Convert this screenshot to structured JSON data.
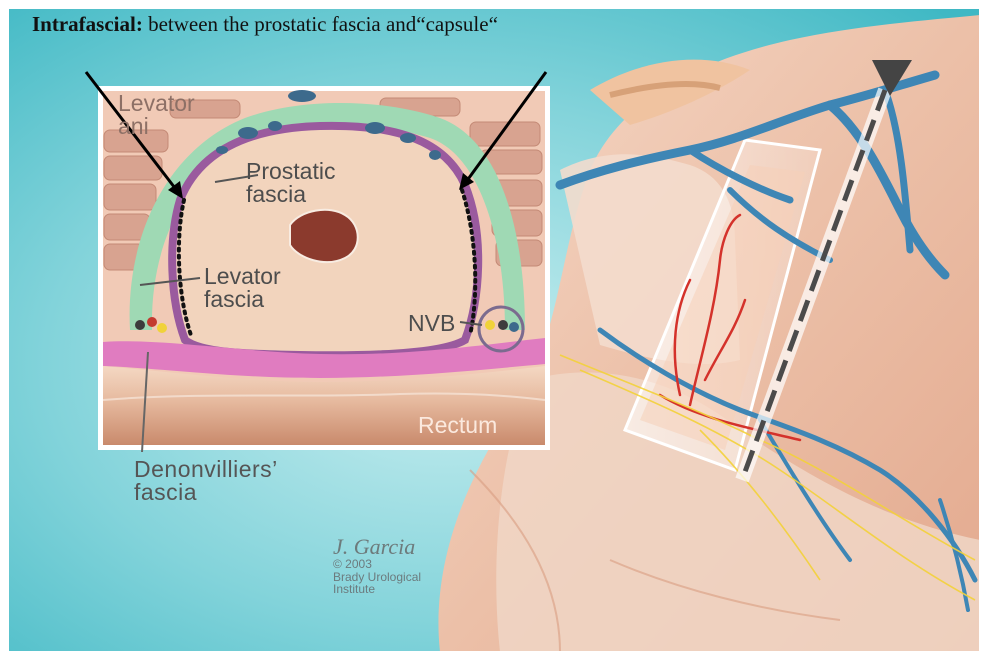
{
  "title": {
    "bold": "Intrafascial:",
    "rest": "between the prostatic fascia and“capsule“"
  },
  "labels": {
    "levator_ani": "Levator\nani",
    "prostatic_fascia": "Prostatic\nfascia",
    "levator_fascia": "Levator\nfascia",
    "nvb": "NVB",
    "rectum": "Rectum",
    "denonvilliers_fascia": "Denonvilliers’\nfascia"
  },
  "credit": {
    "signature": "J. Garcia",
    "copyright": "© 2003",
    "line1": "Brady Urological",
    "line2": "Institute"
  },
  "colors": {
    "background_teal": "#5fc6cf",
    "levator_green": "#9fd9b4",
    "prostatic_fascia_purple": "#9a5a9e",
    "denonvilliers_pink": "#e07cc0",
    "prostate_tissue": "#f2d4bd",
    "vein_blue": "#3e86b5",
    "artery_red": "#d4322b"
  }
}
